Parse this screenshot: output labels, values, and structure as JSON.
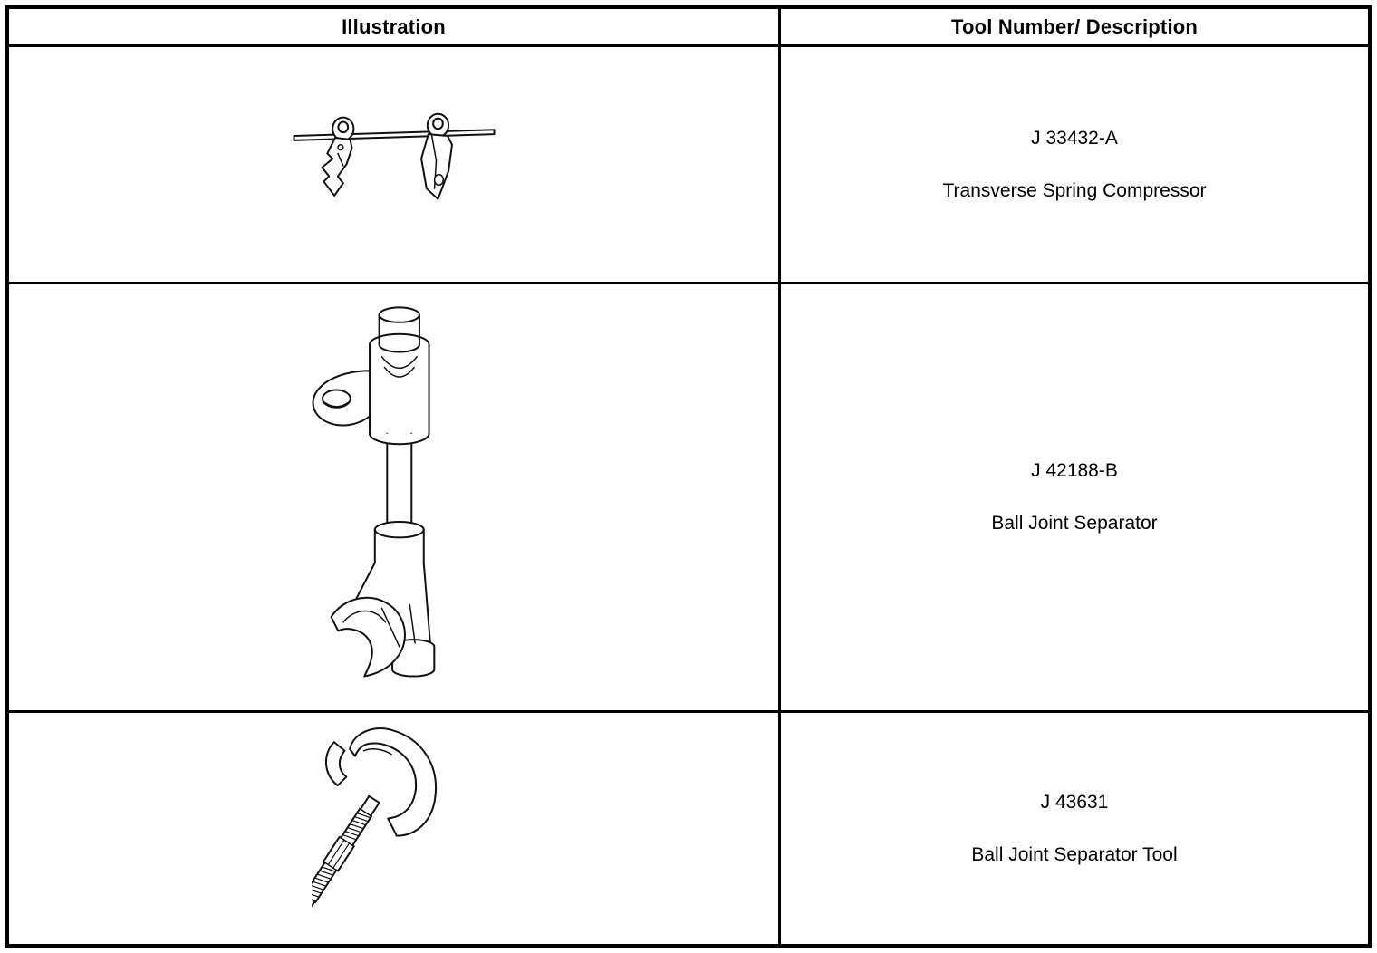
{
  "colors": {
    "background": "#ffffff",
    "border": "#000000",
    "text": "#000000",
    "line_art": "#111111"
  },
  "table": {
    "headers": {
      "illustration": "Illustration",
      "tool": "Tool Number/ Description"
    },
    "rows": [
      {
        "illustration": "transverse-spring-compressor-drawing",
        "tool_number": "J 33432-A",
        "description": "Transverse Spring Compressor"
      },
      {
        "illustration": "ball-joint-separator-drawing",
        "tool_number": "J 42188-B",
        "description": "Ball Joint Separator"
      },
      {
        "illustration": "ball-joint-separator-tool-drawing",
        "tool_number": "J 43631",
        "description": "Ball Joint Separator Tool"
      }
    ]
  }
}
